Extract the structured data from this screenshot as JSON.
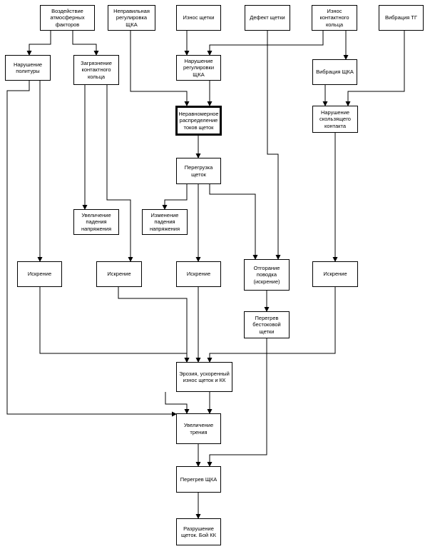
{
  "diagram": {
    "nodes": {
      "weather": {
        "label": "Воздействие атмосферных факторов"
      },
      "wrong_adjust": {
        "label": "Неправильная регулировка ЩКА"
      },
      "brush_wear_top": {
        "label": "Износ щетки"
      },
      "brush_defect": {
        "label": "Дефект щетки"
      },
      "ring_wear": {
        "label": "Износ контактного кольца"
      },
      "tg_vibration": {
        "label": "Вибрация ТГ"
      },
      "polish_damage": {
        "label": "Нарушение политуры"
      },
      "ring_contamination": {
        "label": "Загрязнение контактного кольца"
      },
      "adjust_violation": {
        "label": "Нарушение регулировки ЩКА"
      },
      "shka_vibration": {
        "label": "Вибрация ЩКА"
      },
      "uneven_current": {
        "label": "Неравномерное распределение токов щеток"
      },
      "sliding_contact": {
        "label": "Нарушение скользящего контакта"
      },
      "brush_overload": {
        "label": "Перегрузка щеток"
      },
      "drop_increase": {
        "label": "Увеличение падения напряжения"
      },
      "drop_change": {
        "label": "Изменение падения напряжения"
      },
      "spark_1": {
        "label": "Искрение"
      },
      "spark_2": {
        "label": "Искрение"
      },
      "spark_3": {
        "label": "Искрение"
      },
      "lead_break": {
        "label": "Отгорание поводка (искрение)"
      },
      "spark_4": {
        "label": "Искрение"
      },
      "lead_overheat": {
        "label": "Перегрев бестоковой щетки"
      },
      "erosion": {
        "label": "Эрозия, ускоренный износ щеток и КК"
      },
      "friction": {
        "label": "Увеличение трения"
      },
      "overheat": {
        "label": "Перегрев ЩКА"
      },
      "destruction": {
        "label": "Разрушение щеток. Бой КК"
      }
    }
  }
}
